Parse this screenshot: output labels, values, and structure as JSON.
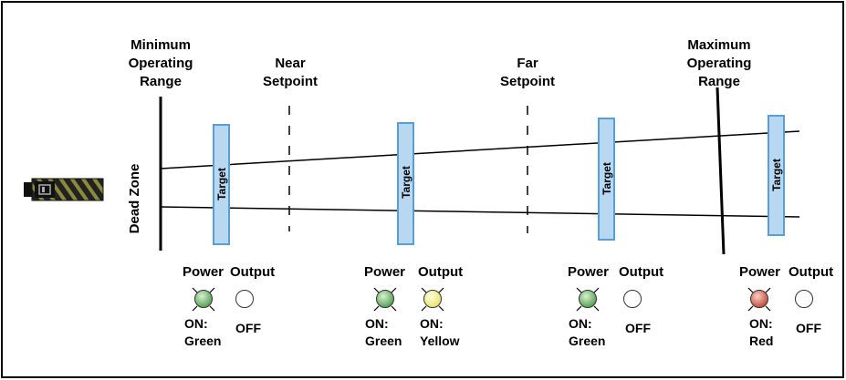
{
  "labels": {
    "min_range": "Minimum\nOperating\nRange",
    "near": "Near\nSetpoint",
    "far": "Far\nSetpoint",
    "max_range": "Maximum\nOperating\nRange",
    "dead_zone": "Dead Zone",
    "target": "Target"
  },
  "indicators": [
    {
      "power_header": "Power",
      "output_header": "Output",
      "power_color": "#5cb85c",
      "output_color": "#ffffff",
      "power_state": "ON:\nGreen",
      "output_state": "OFF"
    },
    {
      "power_header": "Power",
      "output_header": "Output",
      "power_color": "#5cb85c",
      "output_color": "#f3f07a",
      "power_state": "ON:\nGreen",
      "output_state": "ON:\nYellow"
    },
    {
      "power_header": "Power",
      "output_header": "Output",
      "power_color": "#5cb85c",
      "output_color": "#ffffff",
      "power_state": "ON:\nGreen",
      "output_state": "OFF"
    },
    {
      "power_header": "Power",
      "output_header": "Output",
      "power_color": "#d9533e",
      "output_color": "#ffffff",
      "power_state": "ON:\nRed",
      "output_state": "OFF"
    }
  ],
  "colors": {
    "target_fill": "#b7d8f0",
    "target_stroke": "#5a9fd4"
  }
}
